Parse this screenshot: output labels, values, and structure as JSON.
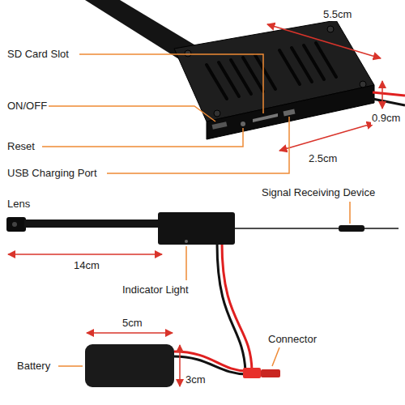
{
  "diagram": {
    "labels": [
      "5.5cm",
      "SD Card Slot",
      "ON/OFF",
      "0.9cm",
      "Reset",
      "2.5cm",
      "USB Charging Port",
      "Lens",
      "Signal Receiving Device",
      "14cm",
      "Indicator Light",
      "5cm",
      "Connector",
      "Battery",
      "3cm"
    ]
  }
}
